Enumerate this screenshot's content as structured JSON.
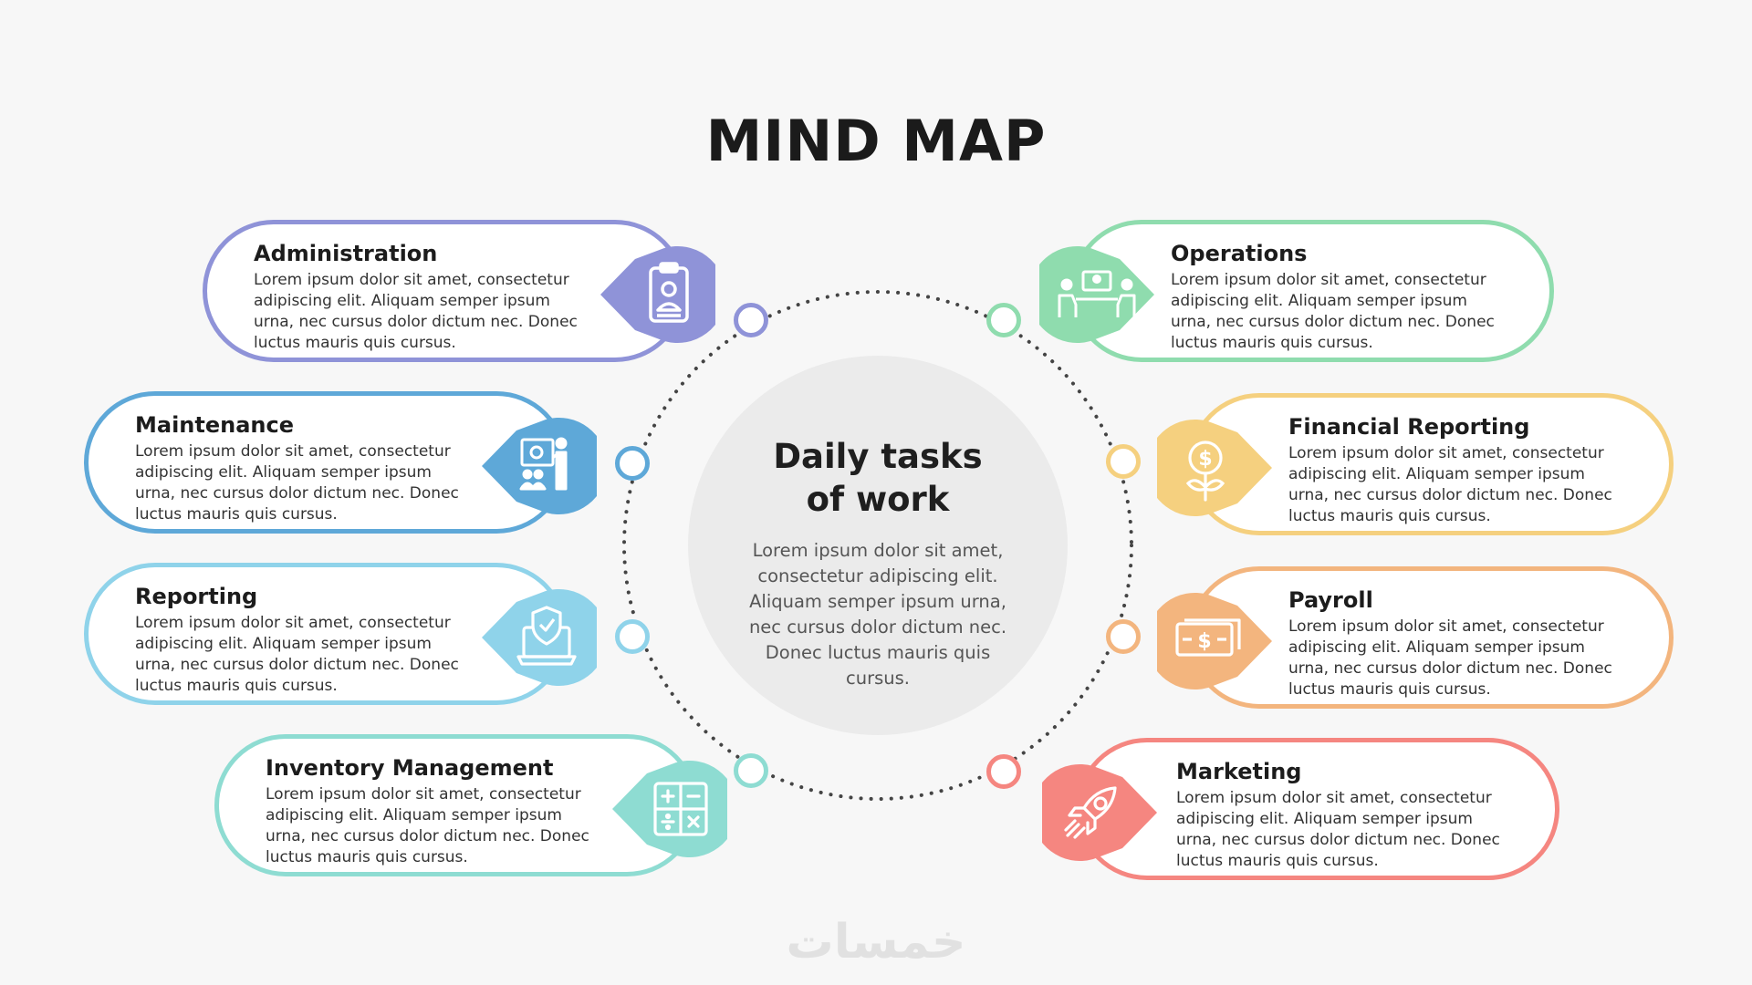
{
  "title": "MIND MAP",
  "center": {
    "title": "Daily tasks\nof work",
    "text": "Lorem ipsum dolor sit amet, consectetur adipiscing elit. Aliquam semper ipsum urna, nec cursus dolor dictum nec. Donec luctus mauris quis cursus."
  },
  "branches": [
    {
      "title": "Administration",
      "text": "Lorem ipsum dolor sit amet, consectetur adipiscing elit. Aliquam semper ipsum urna, nec cursus dolor dictum nec. Donec luctus mauris quis cursus.",
      "color": "#8f93d8",
      "icon": "clipboard-user-icon"
    },
    {
      "title": "Maintenance",
      "text": "Lorem ipsum dolor sit amet, consectetur adipiscing elit. Aliquam semper ipsum urna, nec cursus dolor dictum nec. Donec luctus mauris quis cursus.",
      "color": "#5ea8d8",
      "icon": "presentation-icon"
    },
    {
      "title": "Reporting",
      "text": "Lorem ipsum dolor sit amet, consectetur adipiscing elit. Aliquam semper ipsum urna, nec cursus dolor dictum nec. Donec luctus mauris quis cursus.",
      "color": "#8fd3ea",
      "icon": "laptop-shield-icon"
    },
    {
      "title": "Inventory Management",
      "text": "Lorem ipsum dolor sit amet, consectetur adipiscing elit. Aliquam semper ipsum urna, nec cursus dolor dictum nec. Donec luctus mauris quis cursus.",
      "color": "#8edcd2",
      "icon": "calculator-icon"
    },
    {
      "title": "Operations",
      "text": "Lorem ipsum dolor sit amet, consectetur adipiscing elit. Aliquam semper ipsum urna, nec cursus dolor dictum nec. Donec luctus mauris quis cursus.",
      "color": "#8fdcae",
      "icon": "meeting-icon"
    },
    {
      "title": "Financial Reporting",
      "text": "Lorem ipsum dolor sit amet, consectetur adipiscing elit. Aliquam semper ipsum urna, nec cursus dolor dictum nec. Donec luctus mauris quis cursus.",
      "color": "#f5d07f",
      "icon": "money-plant-icon"
    },
    {
      "title": "Payroll",
      "text": "Lorem ipsum dolor sit amet, consectetur adipiscing elit. Aliquam semper ipsum urna, nec cursus dolor dictum nec. Donec luctus mauris quis cursus.",
      "color": "#f3b57e",
      "icon": "banknote-icon"
    },
    {
      "title": "Marketing",
      "text": "Lorem ipsum dolor sit amet, consectetur adipiscing elit. Aliquam semper ipsum urna, nec cursus dolor dictum nec. Donec luctus mauris quis cursus.",
      "color": "#f58680",
      "icon": "rocket-icon"
    }
  ],
  "watermark": "خمسات"
}
